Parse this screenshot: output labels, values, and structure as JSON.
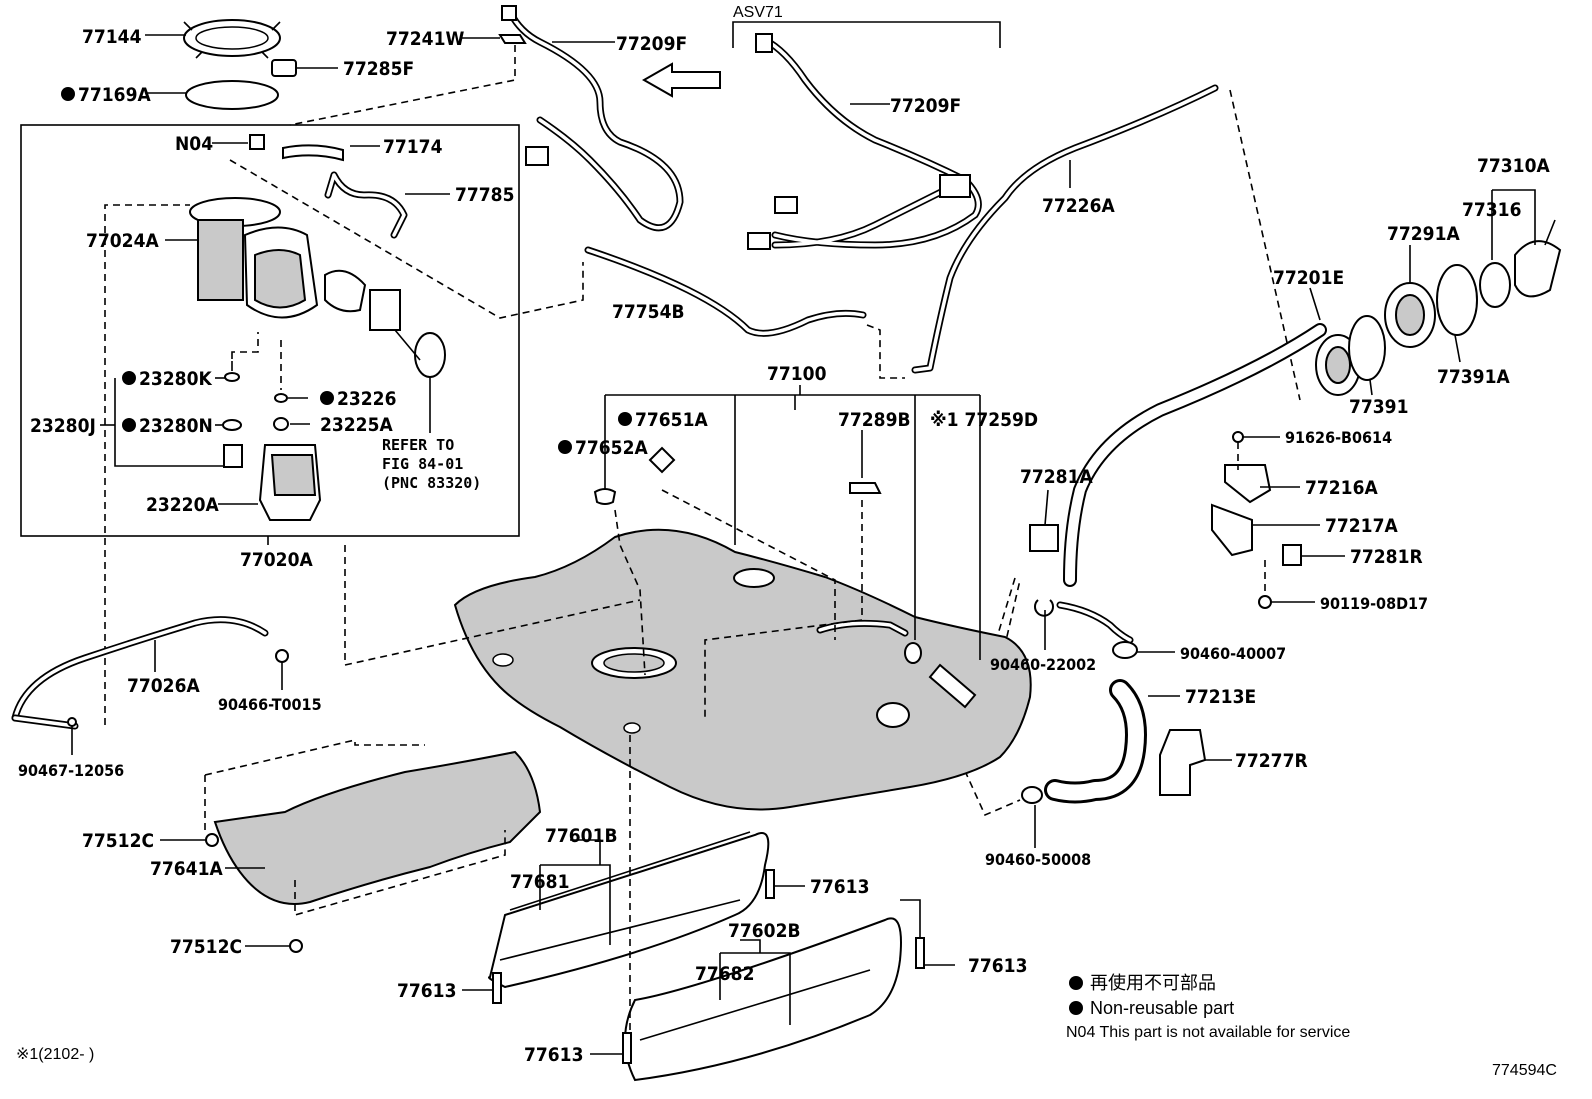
{
  "title": "",
  "callouts": {
    "c77144": "77144",
    "c77169a": "77169A",
    "c77241w": "77241W",
    "c77285f": "77285F",
    "c77209f_1": "77209F",
    "asv71": "ASV71",
    "c77209f_2": "77209F",
    "n04": "N04",
    "c77174": "77174",
    "c77785": "77785",
    "c77024a": "77024A",
    "c77754b": "77754B",
    "c77226a": "77226A",
    "c77310a": "77310A",
    "c77316": "77316",
    "c77291a": "77291A",
    "c77201e": "77201E",
    "c77391a": "77391A",
    "c77391": "77391",
    "c23280k": "23280K",
    "c23226": "23226",
    "c23280j": "23280J",
    "c23280n": "23280N",
    "c23225a": "23225A",
    "refer1": "REFER TO",
    "refer2": "FIG 84-01",
    "refer3": "(PNC 83320)",
    "c23220a": "23220A",
    "c77020a": "77020A",
    "c77100": "77100",
    "c77651a": "77651A",
    "c77289b": "77289B",
    "c77259d": "※1 77259D",
    "c77652a": "77652A",
    "c91626": "91626-B0614",
    "c77216a": "77216A",
    "c77281a": "77281A",
    "c77217a": "77217A",
    "c77281r": "77281R",
    "c90119": "90119-08D17",
    "c77026a": "77026A",
    "c90466": "90466-T0015",
    "c90460_22002": "90460-22002",
    "c90460_40007": "90460-40007",
    "c90467": "90467-12056",
    "c77213e": "77213E",
    "c77277r": "77277R",
    "c77512c_1": "77512C",
    "c77641a": "77641A",
    "c77601b": "77601B",
    "c77681": "77681",
    "c77613_1": "77613",
    "c90460_50008": "90460-50008",
    "c77512c_2": "77512C",
    "c77602b": "77602B",
    "c77682": "77682",
    "c77613_2": "77613",
    "c77613_3": "77613",
    "c77613_4": "77613"
  },
  "legend": {
    "line1": "再使用不可部品",
    "line2": "Non-reusable part",
    "line3": "N04  This part is not available for service"
  },
  "footnote": "※1(2102-        )",
  "figure_number": "774594C"
}
